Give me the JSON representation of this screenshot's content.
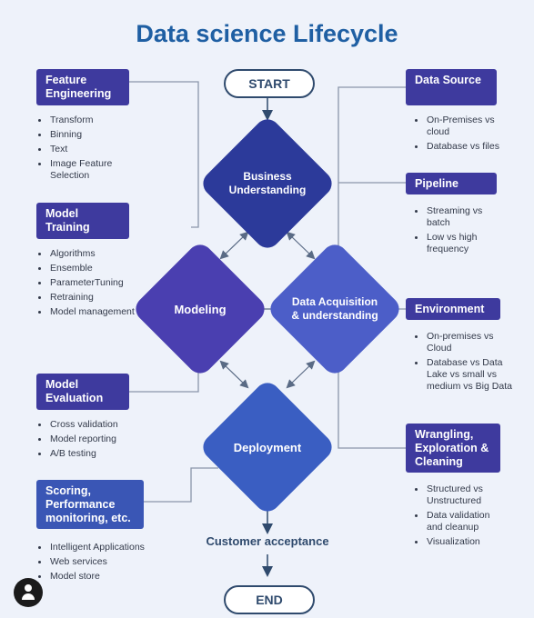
{
  "title": "Data science Lifecycle",
  "start_label": "START",
  "end_label": "END",
  "customer_acceptance": "Customer acceptance",
  "diamonds": {
    "business": "Business Understanding",
    "modeling": "Modeling",
    "acquisition": "Data Acquisition & understanding",
    "deployment": "Deployment"
  },
  "left_boxes": [
    {
      "title": "Feature Engineering",
      "items": [
        "Transform",
        "Binning",
        "Text",
        "Image Feature Selection"
      ]
    },
    {
      "title": "Model Training",
      "items": [
        "Algorithms",
        "Ensemble",
        "ParameterTuning",
        "Retraining",
        "Model management"
      ]
    },
    {
      "title": "Model Evaluation",
      "items": [
        "Cross validation",
        "Model reporting",
        "A/B testing"
      ]
    },
    {
      "title": "Scoring, Performance monitoring, etc.",
      "items": [
        "Intelligent Applications",
        "Web services",
        "Model store"
      ]
    }
  ],
  "right_boxes": [
    {
      "title": "Data Source",
      "items": [
        "On-Premises vs cloud",
        "Database vs files"
      ]
    },
    {
      "title": "Pipeline",
      "items": [
        "Streaming vs batch",
        "Low vs high frequency"
      ]
    },
    {
      "title": "Environment",
      "items": [
        "On-premises vs Cloud",
        "Database vs Data Lake vs small vs medium vs Big Data"
      ]
    },
    {
      "title": "Wrangling, Exploration & Cleaning",
      "items": [
        "Structured vs Unstructured",
        "Data validation and cleanup",
        "Visualization"
      ]
    }
  ],
  "colors": {
    "background": "#eef2fa",
    "title": "#1f5fa3",
    "box_purple": "#3e3a9e",
    "box_blue": "#3a56b5",
    "diamond_business": "#2c3a9a",
    "diamond_modeling": "#4a3fb0",
    "diamond_acquisition": "#4c5ec8",
    "diamond_deployment": "#3a5ec2"
  },
  "icons": {
    "avatar": "avatar-icon"
  }
}
